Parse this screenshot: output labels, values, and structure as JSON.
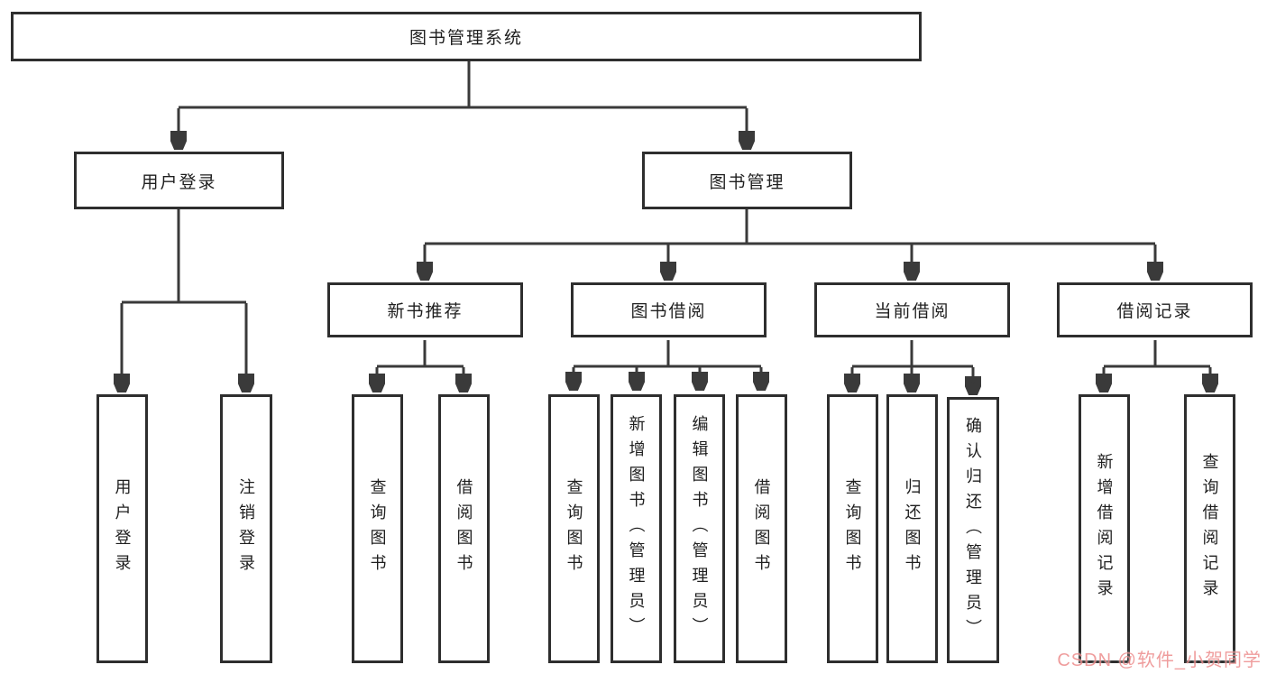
{
  "diagram": {
    "root": {
      "label": "图书管理系统"
    },
    "branches": [
      {
        "label": "用户登录",
        "leaves": [
          "用户登录",
          "注销登录"
        ]
      },
      {
        "label": "图书管理",
        "groups": [
          {
            "label": "新书推荐",
            "leaves": [
              "查询图书",
              "借阅图书"
            ]
          },
          {
            "label": "图书借阅",
            "leaves": [
              "查询图书",
              "新增图书（管理员）",
              "编辑图书（管理员）",
              "借阅图书"
            ]
          },
          {
            "label": "当前借阅",
            "leaves": [
              "查询图书",
              "归还图书",
              "确认归还（管理员）"
            ]
          },
          {
            "label": "借阅记录",
            "leaves": [
              "新增借阅记录",
              "查询借阅记录"
            ]
          }
        ]
      }
    ]
  },
  "watermark": {
    "text": "CSDN @软件_小贺同学",
    "color_hex": "#ed8c8c"
  },
  "colors": {
    "line_hex": "#3a3a3a",
    "border_hex": "#2e2e2e",
    "text_hex": "#1f1f1f",
    "background_hex": "#ffffff"
  }
}
